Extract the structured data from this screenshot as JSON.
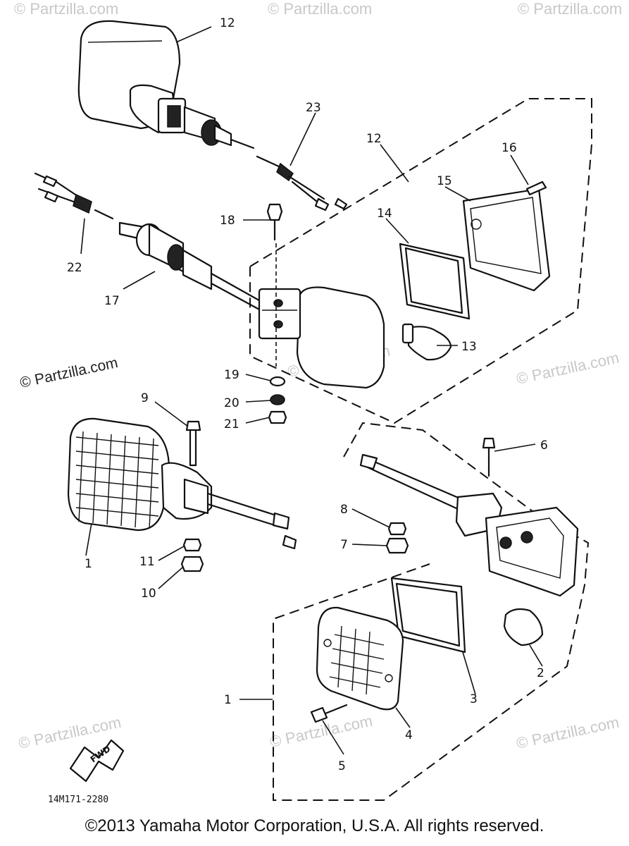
{
  "diagram_code": "14M171-2280",
  "fwd_label": "FWD",
  "copyright": "©2013  Yamaha Motor Corporation, U.S.A. All rights reserved.",
  "watermarks": [
    "© Partzilla.com",
    "© Partzilla.com",
    "© Partzilla.com",
    "© Partzilla.com",
    "© Partzilla.com",
    "© Partzilla.com",
    "© Partzilla.com",
    "© Partzilla.com",
    "© Partzilla.com"
  ],
  "callouts": {
    "c1a": "1",
    "c1b": "1",
    "c2": "2",
    "c3": "3",
    "c4": "4",
    "c5": "5",
    "c6": "6",
    "c7": "7",
    "c8": "8",
    "c9": "9",
    "c10": "10",
    "c11": "11",
    "c12a": "12",
    "c12b": "12",
    "c13": "13",
    "c14": "14",
    "c15": "15",
    "c16": "16",
    "c17": "17",
    "c18": "18",
    "c19": "19",
    "c20": "20",
    "c21": "21",
    "c22": "22",
    "c23": "23"
  }
}
